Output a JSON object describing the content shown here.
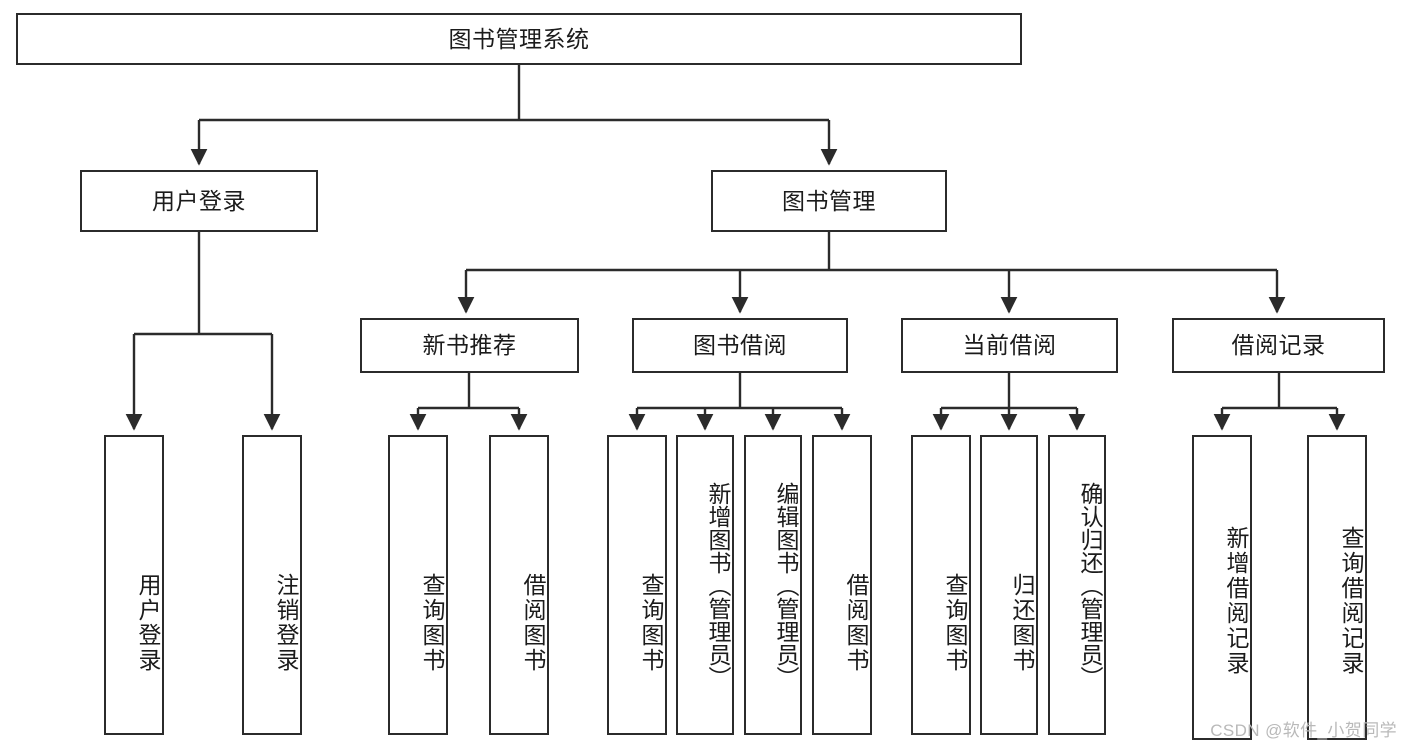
{
  "diagram": {
    "title_node": {
      "label": "图书管理系统"
    },
    "level2": [
      {
        "id": "user-login",
        "label": "用户登录"
      },
      {
        "id": "book-management",
        "label": "图书管理"
      }
    ],
    "level3": [
      {
        "id": "new-book-recommend",
        "label": "新书推荐"
      },
      {
        "id": "book-borrow",
        "label": "图书借阅"
      },
      {
        "id": "current-borrow",
        "label": "当前借阅"
      },
      {
        "id": "borrow-record",
        "label": "借阅记录"
      }
    ],
    "leaves": [
      {
        "id": "leaf-user-login",
        "label": "用户登录"
      },
      {
        "id": "leaf-user-logout",
        "label": "注销登录"
      },
      {
        "id": "leaf-query-book-1",
        "label": "查询图书"
      },
      {
        "id": "leaf-borrow-book-1",
        "label": "借阅图书"
      },
      {
        "id": "leaf-query-book-2",
        "label": "查询图书"
      },
      {
        "id": "leaf-add-book",
        "label": "新增图书（管理员）"
      },
      {
        "id": "leaf-edit-book",
        "label": "编辑图书（管理员）"
      },
      {
        "id": "leaf-borrow-book-2",
        "label": "借阅图书"
      },
      {
        "id": "leaf-query-book-3",
        "label": "查询图书"
      },
      {
        "id": "leaf-return-book",
        "label": "归还图书"
      },
      {
        "id": "leaf-confirm-return",
        "label": "确认归还（管理员）"
      },
      {
        "id": "leaf-add-record",
        "label": "新增借阅记录"
      },
      {
        "id": "leaf-query-record",
        "label": "查询借阅记录"
      }
    ]
  },
  "watermark": {
    "text": "CSDN @软件_小贺同学"
  },
  "colors": {
    "stroke": "#2b2b2b",
    "background": "#ffffff",
    "text": "#1b1b1b",
    "watermark": "#b9b9b9"
  }
}
